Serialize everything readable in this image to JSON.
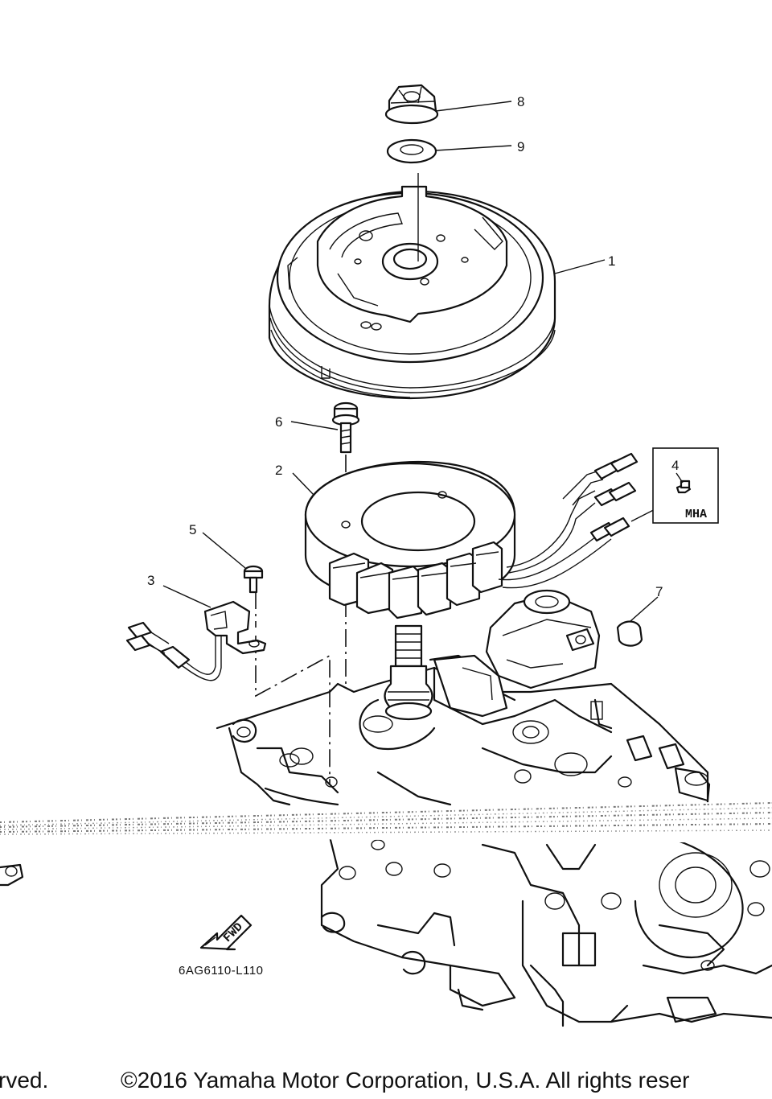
{
  "diagram": {
    "callouts": [
      "1",
      "2",
      "3",
      "4",
      "5",
      "6",
      "7",
      "8",
      "9"
    ],
    "model_box_label": "MHA",
    "fwd_label": "FWD",
    "diagram_code": "6AG6110-L110"
  },
  "footer": {
    "left_fragment": "rved.",
    "copyright": "©2016 Yamaha Motor Corporation, U.S.A. All rights reser"
  }
}
